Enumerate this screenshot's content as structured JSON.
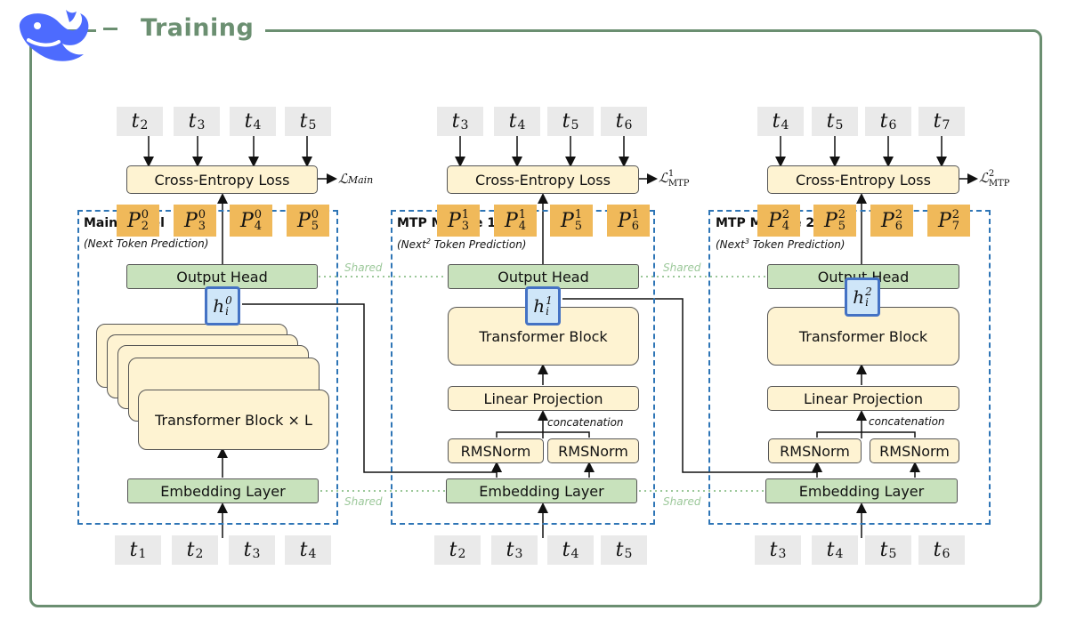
{
  "title": "Training",
  "colors": {
    "frame": "#6b8f71",
    "dashed": "#2e75b6",
    "cream": "#fef3d2",
    "green": "#c8e2bc",
    "orange": "#f0b95a",
    "hidden": "#cfe6f8",
    "shared": "#9cc89a"
  },
  "icons": {
    "logo": "whale-logo-icon"
  },
  "shared_label": "Shared",
  "concat_label": "concatenation",
  "main": {
    "targets": [
      [
        "t",
        "2"
      ],
      [
        "t",
        "3"
      ],
      [
        "t",
        "4"
      ],
      [
        "t",
        "5"
      ]
    ],
    "inputs": [
      [
        "t",
        "1"
      ],
      [
        "t",
        "2"
      ],
      [
        "t",
        "3"
      ],
      [
        "t",
        "4"
      ]
    ],
    "loss": "Cross-Entropy Loss",
    "loss_label": {
      "sym": "ℒ",
      "sub": "Main"
    },
    "module_label": "Main Model",
    "module_sub": "(Next Token Prediction)",
    "preds": [
      [
        "P",
        "0",
        "2"
      ],
      [
        "P",
        "0",
        "3"
      ],
      [
        "P",
        "0",
        "4"
      ],
      [
        "P",
        "0",
        "5"
      ]
    ],
    "output_head": "Output Head",
    "hidden": [
      "h",
      "0",
      "i"
    ],
    "block": "Transformer Block × L",
    "embedding": "Embedding Layer"
  },
  "mtp1": {
    "targets": [
      [
        "t",
        "3"
      ],
      [
        "t",
        "4"
      ],
      [
        "t",
        "5"
      ],
      [
        "t",
        "6"
      ]
    ],
    "inputs": [
      [
        "t",
        "2"
      ],
      [
        "t",
        "3"
      ],
      [
        "t",
        "4"
      ],
      [
        "t",
        "5"
      ]
    ],
    "loss": "Cross-Entropy Loss",
    "loss_label": {
      "sym": "ℒ",
      "sup": "1",
      "sub": "MTP"
    },
    "module_label": "MTP Module 1",
    "module_sub_pre": "(Next",
    "module_sub_sup": "2",
    "module_sub_post": " Token Prediction)",
    "preds": [
      [
        "P",
        "1",
        "3"
      ],
      [
        "P",
        "1",
        "4"
      ],
      [
        "P",
        "1",
        "5"
      ],
      [
        "P",
        "1",
        "6"
      ]
    ],
    "output_head": "Output Head",
    "hidden": [
      "h",
      "1",
      "i"
    ],
    "block": "Transformer Block",
    "projection": "Linear Projection",
    "norm_left": "RMSNorm",
    "norm_right": "RMSNorm",
    "embedding": "Embedding Layer"
  },
  "mtp2": {
    "targets": [
      [
        "t",
        "4"
      ],
      [
        "t",
        "5"
      ],
      [
        "t",
        "6"
      ],
      [
        "t",
        "7"
      ]
    ],
    "inputs": [
      [
        "t",
        "3"
      ],
      [
        "t",
        "4"
      ],
      [
        "t",
        "5"
      ],
      [
        "t",
        "6"
      ]
    ],
    "loss": "Cross-Entropy Loss",
    "loss_label": {
      "sym": "ℒ",
      "sup": "2",
      "sub": "MTP"
    },
    "module_label": "MTP Module 2",
    "module_sub_pre": "(Next",
    "module_sub_sup": "3",
    "module_sub_post": " Token Prediction)",
    "preds": [
      [
        "P",
        "2",
        "4"
      ],
      [
        "P",
        "2",
        "5"
      ],
      [
        "P",
        "2",
        "6"
      ],
      [
        "P",
        "2",
        "7"
      ]
    ],
    "output_head": "Output Head",
    "hidden": [
      "h",
      "2",
      "i"
    ],
    "block": "Transformer Block",
    "projection": "Linear Projection",
    "norm_left": "RMSNorm",
    "norm_right": "RMSNorm",
    "embedding": "Embedding Layer"
  }
}
